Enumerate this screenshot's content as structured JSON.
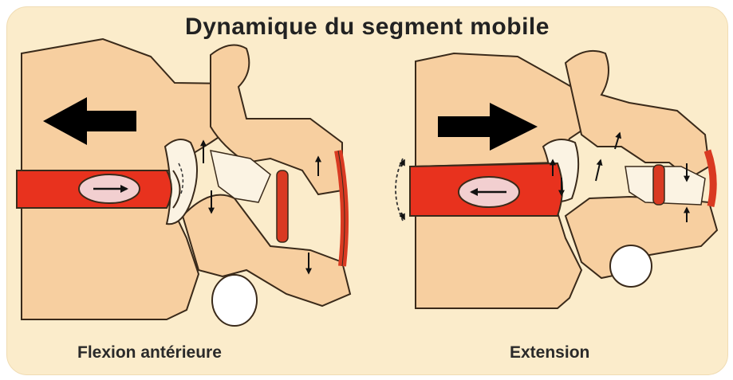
{
  "title": "Dynamique du segment mobile",
  "panels": [
    {
      "caption": "Flexion antérieure",
      "movement_direction": "left"
    },
    {
      "caption": "Extension",
      "movement_direction": "right"
    }
  ],
  "colors": {
    "background": "#fbeccb",
    "bone": "#f7cfa0",
    "bone_outline": "#3a2a1a",
    "disc_annulus": "#e8321e",
    "disc_nucleus": "#f2cfd0",
    "ligament": "#d93a22",
    "joint_space": "#fbf3e3",
    "arrow": "#000000"
  },
  "icons": [
    "arrow-left-icon",
    "arrow-right-icon"
  ]
}
